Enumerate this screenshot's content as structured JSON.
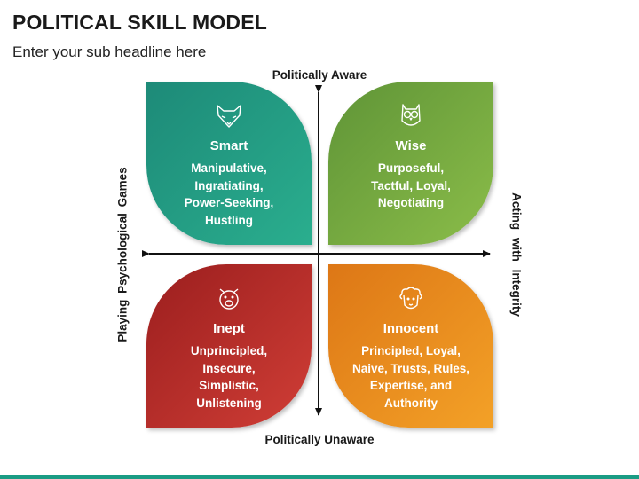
{
  "header": {
    "title": "POLITICAL SKILL MODEL",
    "subtitle": "Enter your sub headline here"
  },
  "axes": {
    "top": "Politically Aware",
    "bottom": "Politically Unaware",
    "left": "Playing Psychological Games",
    "right": "Acting with Integrity"
  },
  "quadrants": [
    {
      "title": "Smart",
      "icon": "fox-icon",
      "color": "#22a083",
      "lines": [
        "Manipulative,",
        "Ingratiating,",
        "Power-Seeking,",
        "Hustling"
      ]
    },
    {
      "title": "Wise",
      "icon": "owl-icon",
      "color": "#7ab043",
      "lines": [
        "Purposeful,",
        "Tactful, Loyal,",
        "Negotiating"
      ]
    },
    {
      "title": "Inept",
      "icon": "pig-icon",
      "color": "#c0302d",
      "lines": [
        "Unprincipled,",
        "Insecure,",
        "Simplistic,",
        "Unlistening"
      ]
    },
    {
      "title": "Innocent",
      "icon": "sheep-icon",
      "color": "#ef921f",
      "lines": [
        "Principled, Loyal,",
        "Naive, Trusts, Rules,",
        "Expertise, and",
        "Authority"
      ]
    }
  ],
  "colors": {
    "accent_bar": "#1a9c84",
    "axis": "#111111"
  }
}
